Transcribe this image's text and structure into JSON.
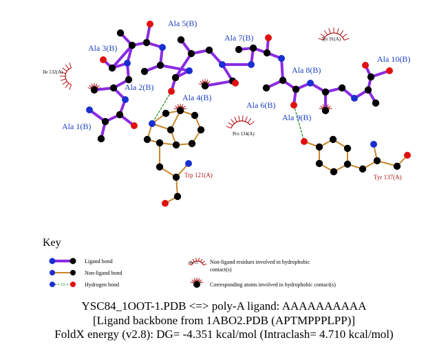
{
  "ligand_residues": [
    "Ala 1(B)",
    "Ala 2(B)",
    "Ala 3(B)",
    "Ala 4(B)",
    "Ala 5(B)",
    "Ala 6(B)",
    "Ala 7(B)",
    "Ala 8(B)",
    "Ala 9(B)",
    "Ala 10(B)"
  ],
  "interacting_residues": [
    "Trp 121(A)",
    "Tyr 137(A)"
  ],
  "hydrophobic_residues": [
    "Ile 132(A)",
    "Tyr 91(A)",
    "Pro 134(A)"
  ],
  "key": {
    "title": "Key",
    "ligand_bond": "Ligand bond",
    "non_ligand_bond": "Non-ligand bond",
    "hydrogen_bond": "Hydrogen bond",
    "hbond_distance": "3.0",
    "hydrophobic_example": "His 53",
    "hydrophobic_desc_line1": "Non-ligand residues involved in hydrophobic",
    "hydrophobic_desc_line2": "contact(s)",
    "corresponding_atoms": "Corresponding atoms involved in hydrophobic contact(s)"
  },
  "caption": {
    "line1": "YSC84_1OOT-1.PDB <=> poly-A ligand: AAAAAAAAAA",
    "line2": "[Ligand backbone from 1ABO2.PDB (APTMPPPLPP)]",
    "line3": "FoldX energy (v2.8): DG= -4.351 kcal/mol (Intraclash= 4.710 kcal/mol)"
  },
  "colors": {
    "ligand_bond": "#8a2be2",
    "non_ligand_bond": "#c8862a",
    "hbond": "#1a8a1a",
    "hydrophobic_arc": "#b01414",
    "carbon": "#000000",
    "nitrogen": "#1a2fd0",
    "oxygen": "#e01010",
    "ligand_label": "#1a3fbf",
    "residue_label": "#b01414"
  }
}
